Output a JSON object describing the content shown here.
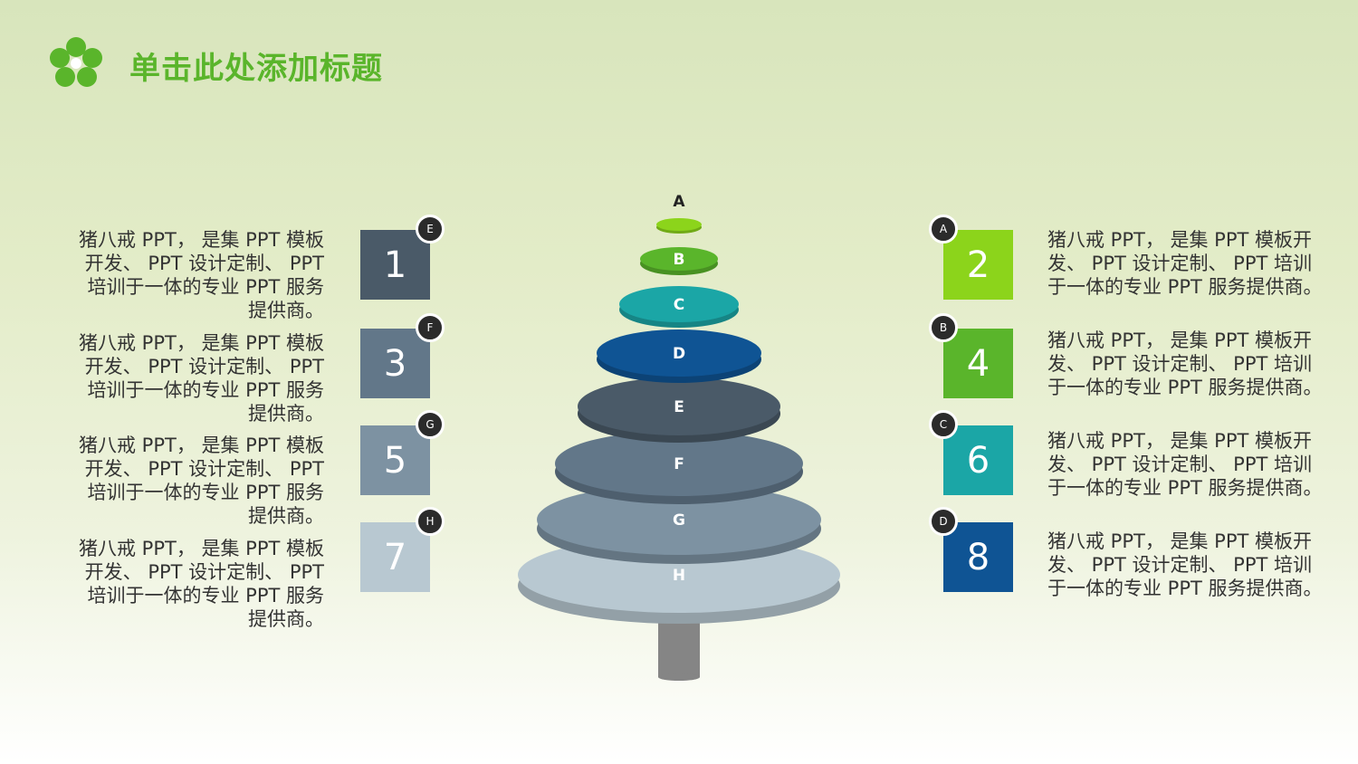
{
  "title": "单击此处添加标题",
  "colors": {
    "title": "#5ab52b",
    "logo": "#5ab52b",
    "badge": "#2b2b2b"
  },
  "logo_icon": "flower-icon",
  "tree": {
    "layers": [
      {
        "label": "A",
        "color": "#8cd41b"
      },
      {
        "label": "B",
        "color": "#5ab52b"
      },
      {
        "label": "C",
        "color": "#1ba6a6"
      },
      {
        "label": "D",
        "color": "#0f5494"
      },
      {
        "label": "E",
        "color": "#4a5a68"
      },
      {
        "label": "F",
        "color": "#627789"
      },
      {
        "label": "G",
        "color": "#7d92a2"
      },
      {
        "label": "H",
        "color": "#b8c8d1"
      }
    ]
  },
  "left_items": [
    {
      "number": "1",
      "badge": "E",
      "text": "猪八戒 PPT， 是集 PPT 模板\n开发、 PPT 设计定制、 PPT\n培训于一体的专业 PPT 服务\n提供商。",
      "color": "#4a5a68"
    },
    {
      "number": "3",
      "badge": "F",
      "text": "猪八戒 PPT， 是集 PPT 模板\n开发、 PPT 设计定制、 PPT\n培训于一体的专业 PPT 服务\n提供商。",
      "color": "#627789"
    },
    {
      "number": "5",
      "badge": "G",
      "text": "猪八戒 PPT， 是集 PPT 模板\n开发、 PPT 设计定制、 PPT\n培训于一体的专业 PPT 服务\n提供商。",
      "color": "#7d92a2"
    },
    {
      "number": "7",
      "badge": "H",
      "text": "猪八戒 PPT， 是集 PPT 模板\n开发、 PPT 设计定制、 PPT\n培训于一体的专业 PPT 服务\n提供商。",
      "color": "#b8c8d1"
    }
  ],
  "right_items": [
    {
      "number": "2",
      "badge": "A",
      "text": "猪八戒 PPT， 是集 PPT 模板开\n发、 PPT 设计定制、 PPT 培训\n于一体的专业 PPT 服务提供商。",
      "color": "#8cd41b"
    },
    {
      "number": "4",
      "badge": "B",
      "text": "猪八戒 PPT， 是集 PPT 模板开\n发、 PPT 设计定制、 PPT 培训\n于一体的专业 PPT 服务提供商。",
      "color": "#5ab52b"
    },
    {
      "number": "6",
      "badge": "C",
      "text": "猪八戒 PPT， 是集 PPT 模板开\n发、 PPT 设计定制、 PPT 培训\n于一体的专业 PPT 服务提供商。",
      "color": "#1ba6a6"
    },
    {
      "number": "8",
      "badge": "D",
      "text": "猪八戒 PPT， 是集 PPT 模板开\n发、 PPT 设计定制、 PPT 培训\n于一体的专业 PPT 服务提供商。",
      "color": "#0f5494"
    }
  ]
}
